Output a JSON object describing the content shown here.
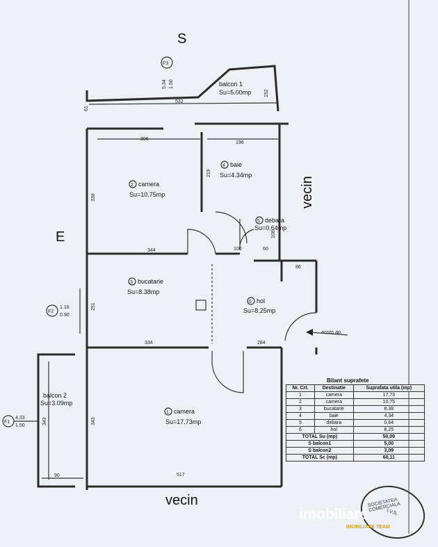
{
  "compass": {
    "south": "S",
    "east": "E",
    "north_neighbor": "vecin",
    "south_neighbor": "vecin"
  },
  "markers": {
    "f3": {
      "label": "F3",
      "dim_top": "5.34",
      "dim_bottom": "1.50"
    },
    "f2": {
      "label": "F2",
      "dim_top": "1.16",
      "dim_bottom": "0.90"
    },
    "f1": {
      "label": "F1",
      "dim_top": "4.33",
      "dim_bottom": "1.50"
    }
  },
  "rooms": {
    "balcon1": {
      "name": "balcon 1",
      "area": "Su=5.00mp"
    },
    "camera2": {
      "num": "2",
      "name": "camera",
      "area": "Su=10.75mp"
    },
    "baie": {
      "num": "4",
      "name": "baie",
      "area": "Su=4.34mp"
    },
    "debara": {
      "num": "5",
      "name": "debara",
      "area": "Su=0.64mp"
    },
    "bucatarie": {
      "num": "3",
      "name": "bucatarie",
      "area": "Su=8.38mp"
    },
    "hol": {
      "num": "6",
      "name": "hol",
      "area": "Su=8.25mp"
    },
    "camera1": {
      "num": "1",
      "name": "camera",
      "area": "Su=17.73mp"
    },
    "balcon2": {
      "name": "balcon 2",
      "area": "Su=3.09mp"
    }
  },
  "access": "acces ap.",
  "dims": {
    "d532": "532",
    "d152": "152",
    "d61": "61",
    "d306": "306",
    "d196": "196",
    "d219": "219",
    "d338": "338",
    "d344": "344",
    "d100": "100",
    "d60": "60",
    "d108": "108",
    "d86": "86",
    "d251": "251",
    "d334": "334",
    "d284": "284",
    "d343a": "343",
    "d343b": "343",
    "d517": "517",
    "d90": "90"
  },
  "table": {
    "title": "Bilant suprafete",
    "headers": [
      "Nr. Crt.",
      "Destinatie",
      "Suprafata utila (mp)"
    ],
    "rows": [
      [
        "1",
        "camera",
        "17,73"
      ],
      [
        "2",
        "camera",
        "10,75"
      ],
      [
        "3",
        "bucatarie",
        "8,38"
      ],
      [
        "4",
        "baie",
        "4,34"
      ],
      [
        "5",
        "debara",
        "0,64"
      ],
      [
        "6",
        "hol",
        "8,25"
      ]
    ],
    "totals": [
      [
        "TOTAL Su (mp)",
        "50,09"
      ],
      [
        "S balcon1",
        "5,00"
      ],
      [
        "S balcon2",
        "3,09"
      ],
      [
        "TOTAL Sc (mp)",
        "60,11"
      ]
    ]
  },
  "stamp": {
    "line1": "SOCIETATEA COMERCIALA",
    "line2": "I.V.S."
  },
  "watermark": {
    "brand": "imobiliare",
    "tagline": "IMOBILIARE TEAM"
  }
}
